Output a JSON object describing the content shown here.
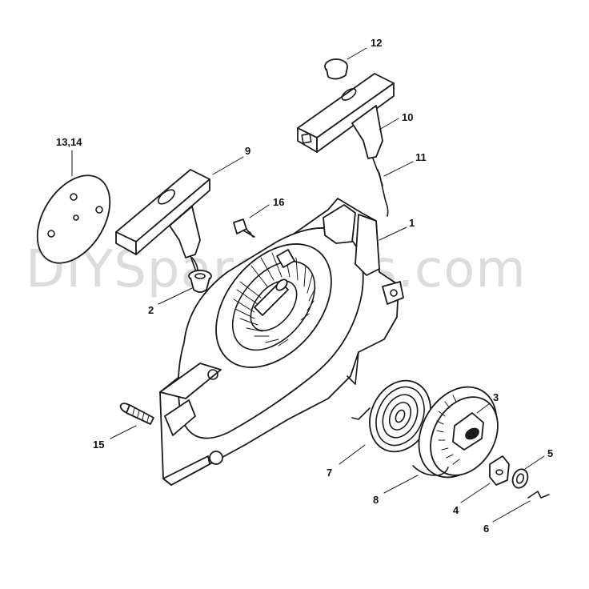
{
  "watermark": "DIYSpareParts.com",
  "callouts": [
    {
      "id": "c1",
      "label": "1"
    },
    {
      "id": "c2",
      "label": "2"
    },
    {
      "id": "c3",
      "label": "3"
    },
    {
      "id": "c4",
      "label": "4"
    },
    {
      "id": "c5",
      "label": "5"
    },
    {
      "id": "c6",
      "label": "6"
    },
    {
      "id": "c7",
      "label": "7"
    },
    {
      "id": "c8",
      "label": "8"
    },
    {
      "id": "c9",
      "label": "9"
    },
    {
      "id": "c10",
      "label": "10"
    },
    {
      "id": "c11",
      "label": "11"
    },
    {
      "id": "c12",
      "label": "12"
    },
    {
      "id": "c13",
      "label": "13,14"
    },
    {
      "id": "c15",
      "label": "15"
    },
    {
      "id": "c16",
      "label": "16"
    }
  ]
}
